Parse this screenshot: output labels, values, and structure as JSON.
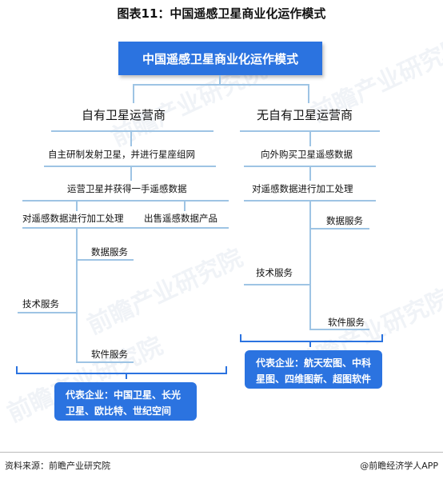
{
  "title": "图表11：中国遥感卫星商业化运作模式",
  "root": "中国遥感卫星商业化运作模式",
  "left": {
    "title": "自有卫星运营商",
    "items": [
      "自主研制发射卫星，并进行星座组网",
      "运营卫星并获得一手遥感数据",
      "对遥感数据进行加工处理",
      "出售遥感数据产品",
      "数据服务",
      "技术服务",
      "软件服务"
    ],
    "rep": "代表企业：中国卫星、长光卫星、欧比特、世纪空间"
  },
  "right": {
    "title": "无自有卫星运营商",
    "items": [
      "向外购买卫星遥感数据",
      "对遥感数据进行加工处理",
      "数据服务",
      "技术服务",
      "软件服务"
    ],
    "rep": "代表企业：航天宏图、中科星图、四维图新、超图软件"
  },
  "watermark": "前瞻产业研究院",
  "footer": {
    "source": "资料来源：前瞻产业研究院",
    "credit": "@前瞻经济学人APP"
  }
}
